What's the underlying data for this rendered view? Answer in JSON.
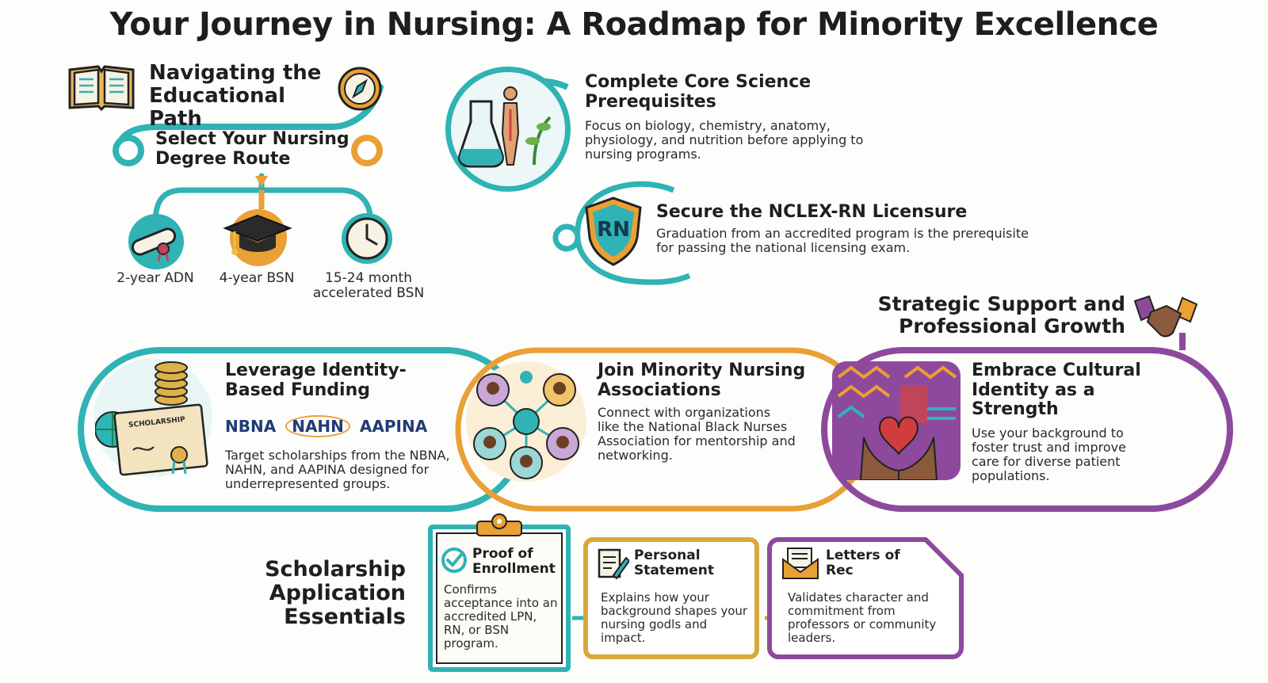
{
  "title": "Your Journey in Nursing: A Roadmap for Minority Excellence",
  "education": {
    "heading": "Navigating the Educational Path",
    "degree_heading": "Select Your Nursing Degree Route",
    "routes": [
      {
        "label": "2-year ADN",
        "icon": "diploma-scroll-icon"
      },
      {
        "label": "4-year BSN",
        "icon": "graduation-cap-icon"
      },
      {
        "label": "15-24 month accelerated BSN",
        "icon": "clock-icon"
      }
    ],
    "prereq": {
      "heading": "Complete Core Science Prerequisites",
      "body": "Focus on biology, chemistry, anatomy, physiology, and nutrition before applying to nursing programs."
    },
    "nclex": {
      "heading": "Secure the NCLEX-RN Licensure",
      "badge": "RN",
      "body": "Graduation from an accredited program is the prerequisite for passing the national licensing exam."
    }
  },
  "support": {
    "heading": "Strategic Support and Professional Growth",
    "cards": [
      {
        "heading": "Leverage Identity-Based Funding",
        "certificate_label": "SCHOLARSHIP",
        "logos": [
          "NBNA",
          "NAHN",
          "AAPINA"
        ],
        "body": "Target scholarships from the NBNA, NAHN, and AAPINA designed for underrepresented groups."
      },
      {
        "heading": "Join Minority Nursing Associations",
        "body": "Connect with organizations like the National Black Nurses Association for mentorship and networking."
      },
      {
        "heading": "Embrace Cultural Identity as a Strength",
        "body": "Use your background to foster trust and improve care for diverse patient populations."
      }
    ]
  },
  "essentials": {
    "heading": "Scholarship Application Essentials",
    "items": [
      {
        "heading": "Proof of Enrollment",
        "body": "Confirms acceptance into an accredited LPN, RN, or BSN program.",
        "icon": "checkmark-icon"
      },
      {
        "heading": "Personal Statement",
        "body": "Explains how your background shapes your nursing godls and impact.",
        "icon": "document-pen-icon"
      },
      {
        "heading": "Letters of Rec",
        "body": "Validates character and commitment from professors or community leaders.",
        "icon": "envelope-icon"
      }
    ]
  },
  "colors": {
    "teal": "#2fb3b5",
    "orange": "#e9a034",
    "purple": "#8d4a9c",
    "gold": "#d7a93a"
  }
}
